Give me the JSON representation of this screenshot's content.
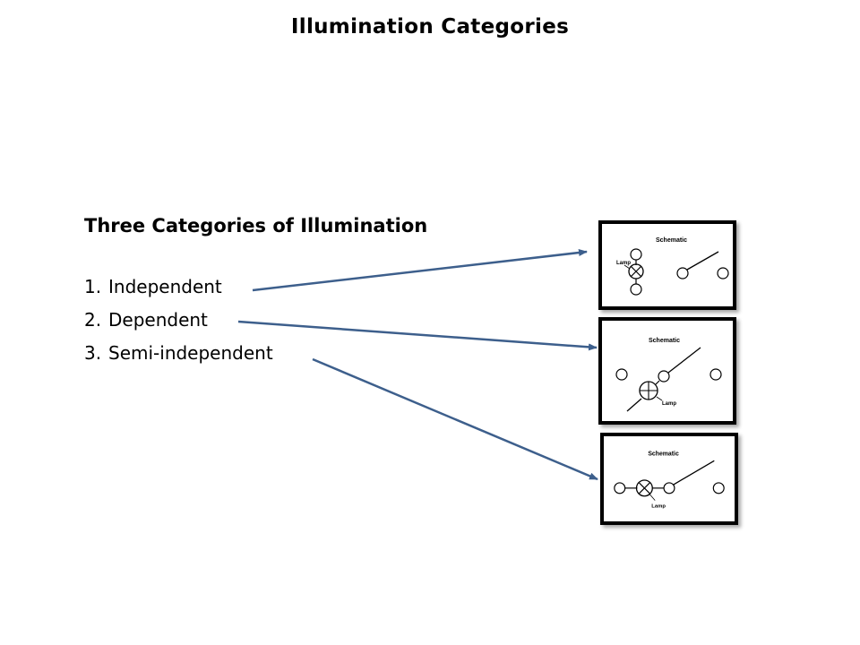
{
  "slide": {
    "title": "Illumination Categories",
    "subheading": "Three Categories of Illumination",
    "categories": [
      {
        "number": "1.",
        "label": "Independent"
      },
      {
        "number": "2.",
        "label": "Dependent"
      },
      {
        "number": "3.",
        "label": "Semi-independent"
      }
    ],
    "panels": [
      {
        "heading": "Schematic",
        "lamp_label": "Lamp"
      },
      {
        "heading": "Schematic",
        "lamp_label": "Lamp"
      },
      {
        "heading": "Schematic",
        "lamp_label": "Lamp"
      }
    ],
    "arrow_color": "#3d5f8c"
  }
}
